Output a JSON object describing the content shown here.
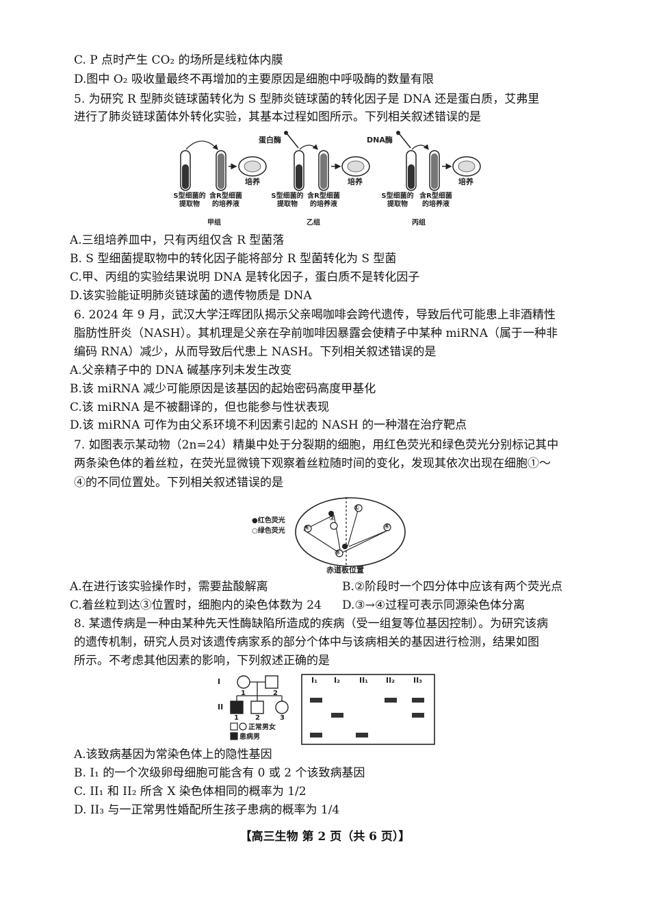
{
  "lines": {
    "l1": "C. P 点时产生 CO₂ 的场所是线粒体内膜",
    "l2": "D.图中 O₂ 吸收量最终不再增加的主要原因是细胞中呼吸酶的数量有限",
    "q5_1": "5. 为研究 R 型肺炎链球菌转化为 S 型肺炎链球菌的转化因子是 DNA 还是蛋白质，艾弗里",
    "q5_2": "进行了肺炎链球菌体外转化实验，其基本过程如图所示。下列相关叙述错误的是",
    "q5_a": "A.三组培养皿中，只有丙组仅含 R 型菌落",
    "q5_b": "B. S 型细菌提取物中的转化因子能将部分 R 型菌转化为 S 型菌",
    "q5_c": "C.甲、丙组的实验结果说明 DNA 是转化因子，蛋白质不是转化因子",
    "q5_d": "D.该实验能证明肺炎链球菌的遗传物质是 DNA",
    "q6_1": "6. 2024 年 9 月，武汉大学汪晖团队揭示父亲喝咖啡会跨代遗传，导致后代可能患上非酒精性",
    "q6_2": "脂肪性肝炎（NASH）。其机理是父亲在孕前咖啡因暴露会使精子中某种 miRNA（属于一种非",
    "q6_3": "编码 RNA）减少，从而导致后代患上 NASH。下列相关叙述错误的是",
    "q6_a": "A.父亲精子中的 DNA 碱基序列未发生改变",
    "q6_b": "B.该 miRNA 减少可能原因是该基因的起始密码高度甲基化",
    "q6_c": "C.该 miRNA 是不被翻译的，但也能参与性状表现",
    "q6_d": "D.该 miRNA 可作为由父系环境不利因素引起的 NASH 的一种潜在治疗靶点",
    "q7_1": "7. 如图表示某动物（2n=24）精巢中处于分裂期的细胞，用红色荧光和绿色荧光分别标记其中",
    "q7_2": "两条染色体的着丝粒，在荧光显微镜下观察着丝粒随时间的变化，发现其依次出现在细胞①～",
    "q7_3": "④的不同位置处。下列相关叙述错误的是",
    "q7_a": "A.在进行该实验操作时，需要盐酸解离",
    "q7_b": "B.②阶段时一个四分体中应该有两个荧光点",
    "q7_c": "C.着丝粒到达③位置时，细胞内的染色体数为 24",
    "q7_d": "D.③→④过程可表示同源染色体分离",
    "q8_1": "8. 某遗传病是一种由某种先天性酶缺陷所造成的疾病（受一组复等位基因控制）。为研究该病",
    "q8_2": "的遗传机制，研究人员对该遗传病家系的部分个体中与该病相关的基因进行检测，结果如图",
    "q8_3": "所示。不考虑其他因素的影响，下列叙述正确的是",
    "q8_a": "A.该致病基因为常染色体上的隐性基因",
    "q8_b": "B. I₁ 的一个次级卵母细胞可能含有 0 或 2 个该致病基因",
    "q8_c": "C. II₁ 和 II₂ 所含 X 染色体相同的概率为 1/2",
    "q8_d": "D. II₃ 与一正常男性婚配所生孩子患病的概率为 1/4"
  },
  "fig5": {
    "protease": "蛋白酶",
    "dnase": "DNA酶",
    "culture": "培养",
    "s_extract": "S型细菌的提取物",
    "r_medium": "含R型细菌的培养液",
    "group_a": "甲组",
    "group_b": "乙组",
    "group_c": "丙组"
  },
  "fig7": {
    "red": "●红色荧光",
    "green": "○绿色荧光",
    "plate": "赤道板位置",
    "n1": "①",
    "n2": "②",
    "n3": "③",
    "n4": "④"
  },
  "fig8": {
    "gen1": "I",
    "gen2": "II",
    "n1": "1",
    "n2": "2",
    "n3": "3",
    "legend_normal": "正常男女",
    "legend_affected": "患病男",
    "cols": [
      "I₁",
      "I₂",
      "II₁",
      "II₂",
      "II₃"
    ]
  },
  "footer": "【高三生物 第 2 页（共 6 页）】"
}
